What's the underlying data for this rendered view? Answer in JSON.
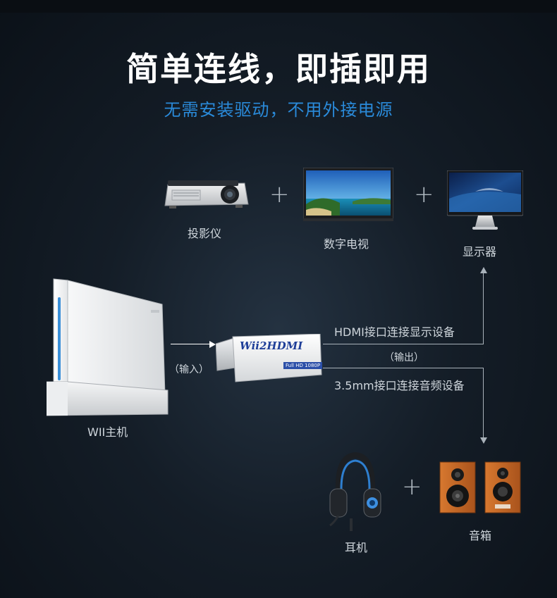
{
  "header": {
    "title": "简单连线，即插即用",
    "subtitle": "无需安装驱动，不用外接电源"
  },
  "devices": {
    "projector": "投影仪",
    "tv": "数字电视",
    "monitor": "显示器",
    "wii": "WII主机",
    "headphones": "耳机",
    "speakers": "音箱"
  },
  "adapter": {
    "logo": "Wii2HDMI",
    "badge": "Full HD 1080P"
  },
  "connections": {
    "input": "（输入）",
    "output": "（输出）",
    "hdmi": "HDMI接口连接显示设备",
    "audio": "3.5mm接口连接音频设备"
  },
  "symbols": {
    "plus": "+"
  },
  "colors": {
    "accent": "#2a8ad9",
    "background": "#141d27",
    "text": "#cfd6dc",
    "speaker": "#c9672a"
  }
}
